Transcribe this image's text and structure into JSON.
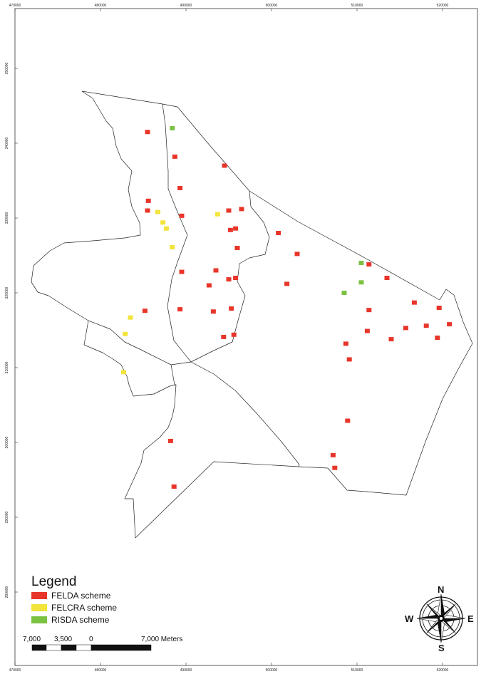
{
  "map": {
    "x_ticks": [
      "470000",
      "480000",
      "490000",
      "500000",
      "510000",
      "520000"
    ],
    "y_ticks": [
      "350000",
      "340000",
      "330000",
      "320000",
      "310000",
      "300000",
      "290000",
      "280000"
    ],
    "legend": {
      "title": "Legend",
      "items": [
        {
          "label": "FELDA scheme",
          "color": "#e8352a"
        },
        {
          "label": "FELCRA scheme",
          "color": "#f2e43a"
        },
        {
          "label": "RISDA scheme",
          "color": "#7cc242"
        }
      ]
    },
    "scale_bar": {
      "labels": [
        "7,000",
        "3,500",
        "0",
        "7,000 Meters"
      ]
    },
    "compass": {
      "n": "N",
      "s": "S",
      "e": "E",
      "w": "W"
    },
    "points": {
      "FELDA": [
        [
          485.5,
          341.5
        ],
        [
          488.7,
          338.2
        ],
        [
          489.3,
          334
        ],
        [
          485.6,
          332.3
        ],
        [
          485.5,
          331
        ],
        [
          489.5,
          330.3
        ],
        [
          494.5,
          337
        ],
        [
          495,
          331
        ],
        [
          496.5,
          331.2
        ],
        [
          495.2,
          328.4
        ],
        [
          495.8,
          328.6
        ],
        [
          496,
          326
        ],
        [
          500.8,
          328
        ],
        [
          503,
          325.2
        ],
        [
          493.5,
          323
        ],
        [
          489.5,
          322.8
        ],
        [
          495,
          321.8
        ],
        [
          495.8,
          322
        ],
        [
          492.7,
          321
        ],
        [
          501.8,
          321.2
        ],
        [
          485.2,
          317.6
        ],
        [
          489.3,
          317.8
        ],
        [
          493.2,
          317.5
        ],
        [
          495.3,
          317.9
        ],
        [
          494.4,
          314.1
        ],
        [
          495.6,
          314.4
        ],
        [
          508.7,
          313.2
        ],
        [
          509.1,
          311.1
        ],
        [
          511.4,
          317.7
        ],
        [
          511.4,
          323.8
        ],
        [
          513.5,
          322
        ],
        [
          516.7,
          318.7
        ],
        [
          519.6,
          318
        ],
        [
          520.8,
          315.8
        ],
        [
          511.2,
          314.9
        ],
        [
          514,
          313.8
        ],
        [
          515.7,
          315.3
        ],
        [
          518.1,
          315.6
        ],
        [
          519.4,
          314
        ],
        [
          508.9,
          302.9
        ],
        [
          507.2,
          298.3
        ],
        [
          507.4,
          296.6
        ],
        [
          488.2,
          300.2
        ],
        [
          488.6,
          294.1
        ]
      ],
      "FELCRA": [
        [
          486.7,
          330.8
        ],
        [
          487.3,
          329.4
        ],
        [
          487.7,
          328.6
        ],
        [
          488.4,
          326.1
        ],
        [
          493.7,
          330.5
        ],
        [
          483.5,
          316.7
        ],
        [
          482.9,
          314.5
        ],
        [
          482.7,
          309.4
        ]
      ],
      "RISDA": [
        [
          488.4,
          342
        ],
        [
          510.5,
          324
        ],
        [
          510.5,
          321.4
        ],
        [
          508.5,
          320
        ]
      ]
    }
  }
}
